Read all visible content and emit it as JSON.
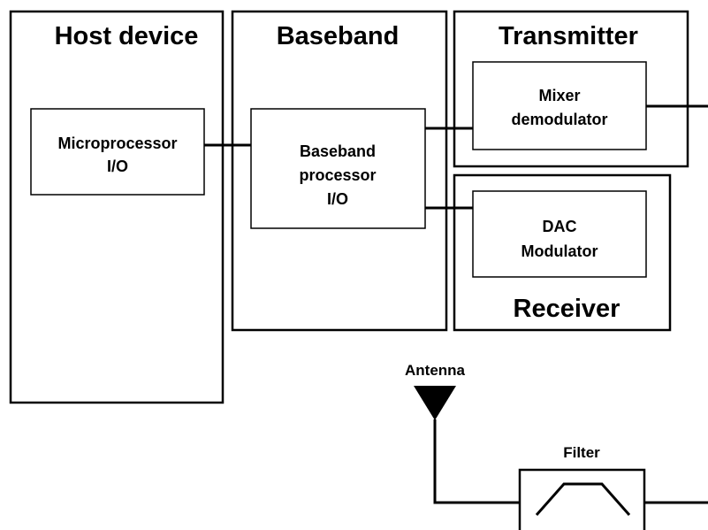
{
  "blocks": {
    "host": {
      "title": "Host device",
      "inner": [
        "Microprocessor",
        "I/O"
      ]
    },
    "baseband": {
      "title": "Baseband",
      "inner": [
        "Baseband",
        "processor",
        "I/O"
      ]
    },
    "transmitter": {
      "title": "Transmitter",
      "inner": [
        "Mixer",
        "demodulator"
      ]
    },
    "receiver": {
      "title": "Receiver",
      "inner": [
        "DAC",
        "Modulator"
      ]
    }
  },
  "antenna": {
    "label": "Antenna"
  },
  "filter": {
    "label": "Filter"
  },
  "colors": {
    "stroke": "#000000",
    "background": "#ffffff"
  }
}
